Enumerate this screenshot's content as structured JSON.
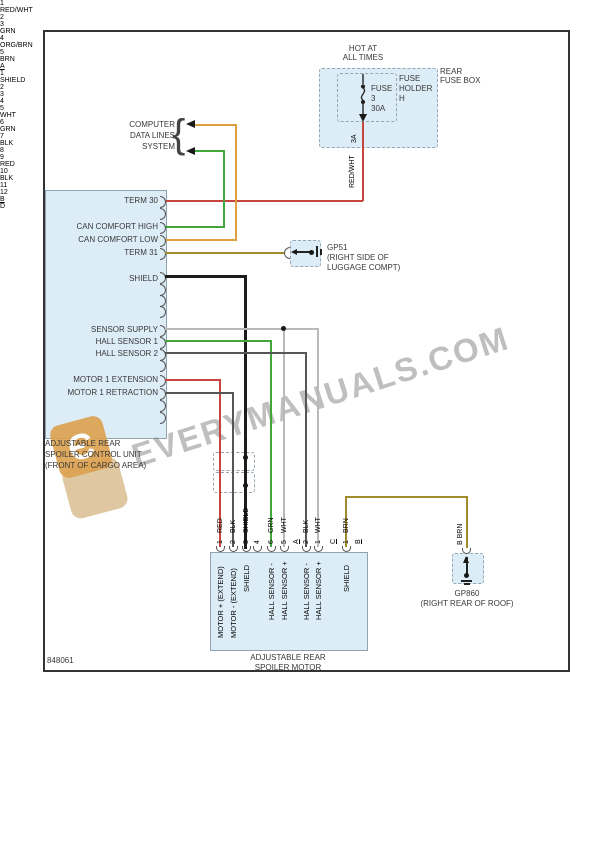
{
  "colors": {
    "wire_red": "#c8443e",
    "wire_green": "#41a63c",
    "wire_orange": "#df9f40",
    "wire_brown": "#a28b2b",
    "wire_white": "#b9b9b9",
    "wire_blk": "#565656",
    "wire_shield": "#1c1c1c",
    "box_fill": "#ddedf8",
    "box_border": "#8fa3b0",
    "dash_border": "#96a6b2",
    "text": "#383838",
    "watermark": "#8c8c8c",
    "logo_orange": "#dca14e",
    "logo_tan": "#d8bd90"
  },
  "watermark": "EVERYMANUALS.COM",
  "logo_letter": "Є",
  "figure_number": "848061",
  "misc": {
    "brace": "{"
  },
  "fuse": {
    "hot1": "HOT AT",
    "hot2": "ALL TIMES",
    "box1": "REAR",
    "box2": "FUSE BOX",
    "holder1": "FUSE",
    "holder2": "HOLDER",
    "holder3": "H",
    "fuse1": "FUSE",
    "fuse2": "3",
    "fuse3": "30A",
    "pin": "3A",
    "wire": "RED/WHT"
  },
  "computer": {
    "l1": "COMPUTER",
    "l2": "DATA LINES",
    "l3": "SYSTEM"
  },
  "unit": {
    "caption1": "ADJUSTABLE REAR",
    "caption2": "SPOILER CONTROL UNIT",
    "caption3": "(FRONT OF CARGO AREA)",
    "conn_a": "A",
    "conn_b": "B",
    "pins_a": [
      {
        "n": "1",
        "w": "RED/WHT",
        "l": "TERM 30"
      },
      {
        "n": "2",
        "w": "",
        "l": ""
      },
      {
        "n": "3",
        "w": "GRN",
        "l": "CAN COMFORT HIGH"
      },
      {
        "n": "4",
        "w": "ORG/BRN",
        "l": "CAN COMFORT LOW"
      },
      {
        "n": "5",
        "w": "BRN",
        "l": "TERM 31"
      }
    ],
    "pins_b": [
      {
        "n": "1",
        "w": "SHIELD",
        "l": "SHIELD"
      },
      {
        "n": "2",
        "w": "",
        "l": ""
      },
      {
        "n": "3",
        "w": "",
        "l": ""
      },
      {
        "n": "4",
        "w": "",
        "l": ""
      },
      {
        "n": "5",
        "w": "WHT",
        "l": "SENSOR SUPPLY"
      },
      {
        "n": "6",
        "w": "GRN",
        "l": "HALL SENSOR 1"
      },
      {
        "n": "7",
        "w": "BLK",
        "l": "HALL SENSOR 2"
      },
      {
        "n": "8",
        "w": "",
        "l": ""
      },
      {
        "n": "9",
        "w": "RED",
        "l": "MOTOR 1 EXTENSION"
      },
      {
        "n": "10",
        "w": "BLK",
        "l": "MOTOR 1 RETRACTION"
      },
      {
        "n": "11",
        "w": "",
        "l": ""
      },
      {
        "n": "12",
        "w": "",
        "l": ""
      }
    ]
  },
  "gp51": {
    "conn": "D",
    "name": "GP51",
    "loc1": "(RIGHT SIDE OF",
    "loc2": "LUGGAGE COMPT)"
  },
  "gp860": {
    "pin_wire": "B  BRN",
    "name": "GP860",
    "loc": "(RIGHT REAR OF ROOF)"
  },
  "motor": {
    "caption1": "ADJUSTABLE REAR",
    "caption2": "SPOILER MOTOR",
    "pins": [
      {
        "n": "1",
        "w": "RED",
        "l": "MOTOR + (EXTEND)"
      },
      {
        "n": "2",
        "w": "BLK",
        "l": "MOTOR - (EXTEND)"
      },
      {
        "n": "3",
        "w": "SHIELD",
        "l": "SHIELD"
      },
      {
        "n": "4",
        "w": "",
        "l": ""
      },
      {
        "n": "6",
        "w": "GRN",
        "l": "HALL SENSOR -"
      },
      {
        "n": "5",
        "w": "WHT",
        "l": "HALL SENSOR +"
      },
      {
        "n": "A",
        "w": "",
        "l": ""
      },
      {
        "n": "2",
        "w": "BLK",
        "l": "HALL SENSOR -"
      },
      {
        "n": "1",
        "w": "WHT",
        "l": "HALL SENSOR +"
      },
      {
        "n": "C",
        "w": "",
        "l": ""
      },
      {
        "n": "1",
        "w": "BRN",
        "l": "SHIELD"
      },
      {
        "n": "B",
        "w": "",
        "l": ""
      }
    ]
  }
}
